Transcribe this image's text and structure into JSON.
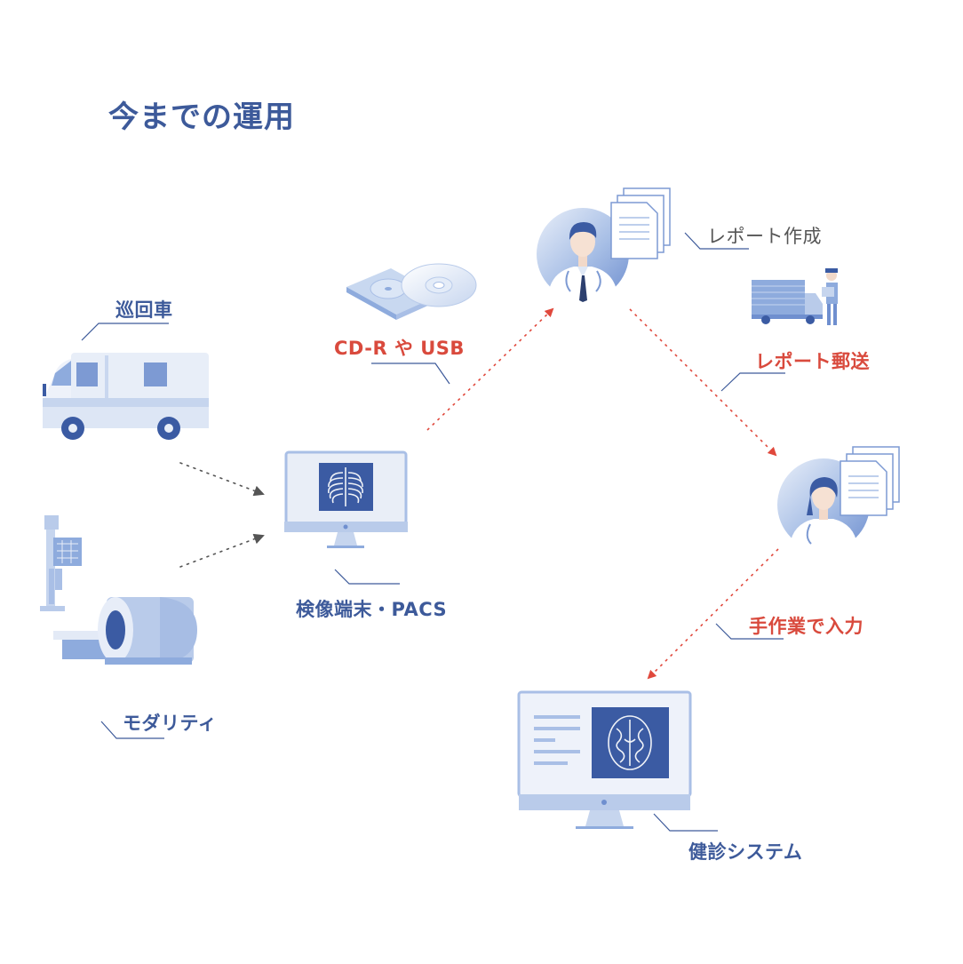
{
  "title": "今までの運用",
  "labels": {
    "junkaisha": "巡回車",
    "modality": "モダリティ",
    "kenzo_tanmatsu": "検像端末・PACS",
    "cdr_usb": "CD-R や USB",
    "report_sakusei": "レポート作成",
    "report_yuso": "レポート郵送",
    "te_sagyo": "手作業で入力",
    "kenshin_system": "健診システム"
  },
  "colors": {
    "title": "#3d5a9a",
    "label_blue": "#3d5a9a",
    "label_red": "#d94a3d",
    "label_gray": "#555555",
    "arrow_red": "#e0483c",
    "arrow_gray": "#555555",
    "leader_line": "#3d5a9a",
    "screen_navy": "#3b5ba3",
    "light_blue": "#b9cbea",
    "mid_blue": "#8eabdd"
  },
  "icons": [
    "van-icon",
    "xray-stand-icon",
    "mri-scanner-icon",
    "monitor-chest-xray-icon",
    "cd-disc-icon",
    "doctor-icon",
    "documents-icon",
    "delivery-truck-icon",
    "courier-person-icon",
    "nurse-icon",
    "monitor-brain-scan-icon"
  ]
}
